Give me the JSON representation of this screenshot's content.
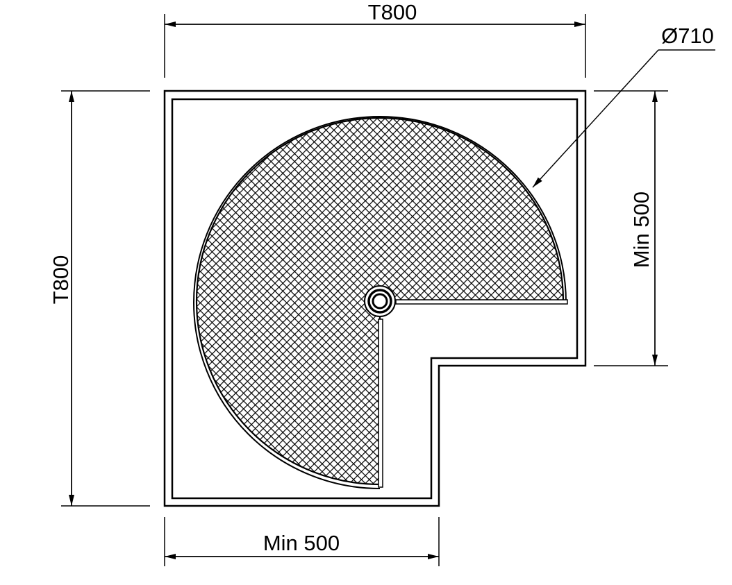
{
  "dimensions": {
    "top_width": "T800",
    "left_depth": "T800",
    "right_min": "Min 500",
    "bottom_min": "Min 500",
    "diameter": "Ø710"
  },
  "colors": {
    "line": "#000000",
    "background": "#ffffff"
  }
}
